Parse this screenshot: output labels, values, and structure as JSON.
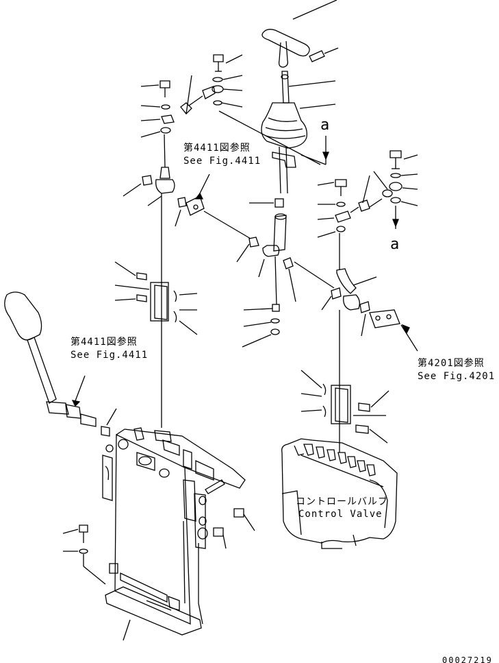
{
  "references": {
    "top_ref_jp": "第4411図参照",
    "top_ref_en": "See Fig.4411",
    "left_ref_jp": "第4411図参照",
    "left_ref_en": "See Fig.4411",
    "right_ref_jp": "第4201図参照",
    "right_ref_en": "See Fig.4201"
  },
  "component_labels": {
    "control_valve_jp": "コントロールバルブ",
    "control_valve_en": "Control Valve"
  },
  "view_markers": {
    "marker_upper": "a",
    "marker_right": "a"
  },
  "drawing_number": "00027219"
}
